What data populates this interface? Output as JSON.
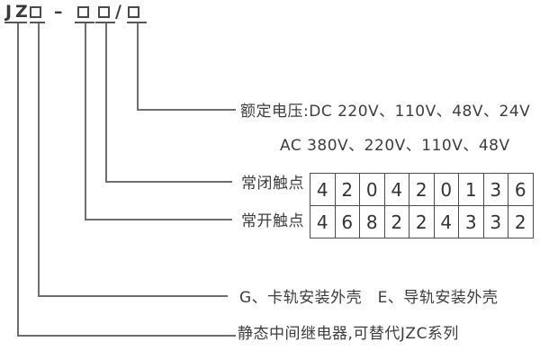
{
  "code": {
    "letters": [
      "J",
      "Z"
    ],
    "dash": "–",
    "slash": "/"
  },
  "callouts": {
    "rated_voltage_line1": "额定电压:DC 220V、110V、48V、24V",
    "rated_voltage_line2": "AC 380V、220V、110V、48V",
    "nc_contacts": "常闭触点",
    "no_contacts": "常开触点",
    "shell": "G、卡轨安装外壳　E、导轨安装外壳",
    "series": "静态中间继电器,可替代JZC系列"
  },
  "contact_table": {
    "nc_values": [
      "4",
      "2",
      "0",
      "4",
      "2",
      "0",
      "1",
      "3",
      "6"
    ],
    "no_values": [
      "4",
      "6",
      "8",
      "2",
      "2",
      "4",
      "3",
      "3",
      "2"
    ]
  },
  "colors": {
    "text": "#3d3d3d",
    "line": "#6e6e6e",
    "border": "#4a4a4a",
    "background": "#ffffff"
  }
}
